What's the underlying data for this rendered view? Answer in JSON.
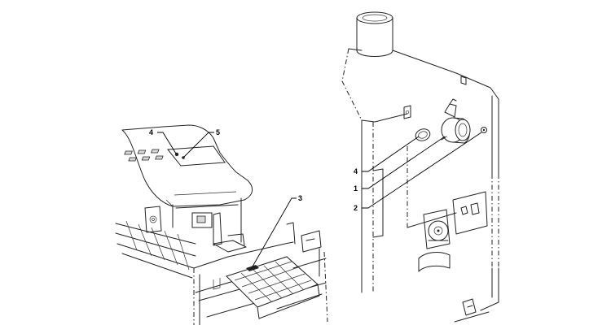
{
  "callouts": {
    "left_4": "4",
    "left_5": "5",
    "left_3": "3",
    "right_4": "4",
    "right_1": "1",
    "right_2": "2"
  }
}
